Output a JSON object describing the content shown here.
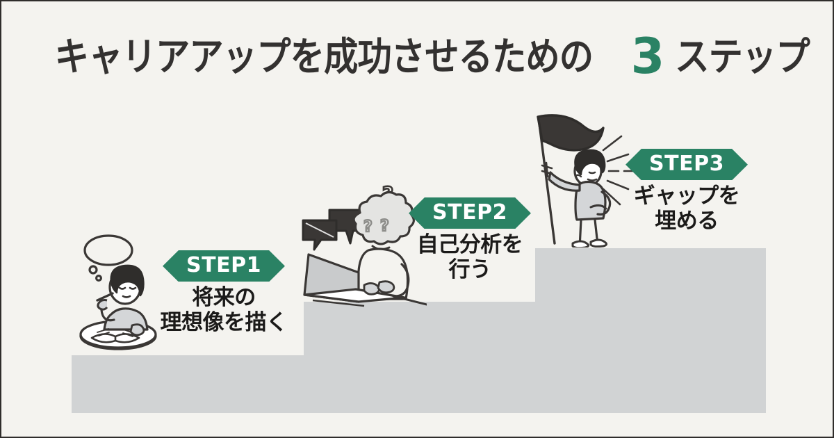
{
  "meta": {
    "background_color": "#f4f3ef",
    "accent_color": "#2a8264",
    "stair_color": "#d1d3d4",
    "text_color": "#1b1a19",
    "border_color": "#2f2d2b"
  },
  "header": {
    "title_part1": "キャリアアップを成功させるための",
    "title_number": "3",
    "title_part2": "ステップ",
    "title_full": "キャリアアップを成功させるための3ステップ"
  },
  "steps": [
    {
      "badge": "STEP1",
      "caption": "将来の\n理想像を描く",
      "caption_line1": "将来の",
      "caption_line2": "理想像を描く",
      "illustration": "person-thinking-with-book"
    },
    {
      "badge": "STEP2",
      "caption": "自己分析を\n行う",
      "caption_line1": "自己分析を",
      "caption_line2": "行う",
      "illustration": "person-at-laptop-with-question-marks"
    },
    {
      "badge": "STEP3",
      "caption": "ギャップを\n埋める",
      "caption_line1": "ギャップを",
      "caption_line2": "埋める",
      "illustration": "person-holding-flag"
    }
  ],
  "stairs": [
    {
      "label": "stair-step-1"
    },
    {
      "label": "stair-step-2"
    },
    {
      "label": "stair-step-3"
    }
  ]
}
